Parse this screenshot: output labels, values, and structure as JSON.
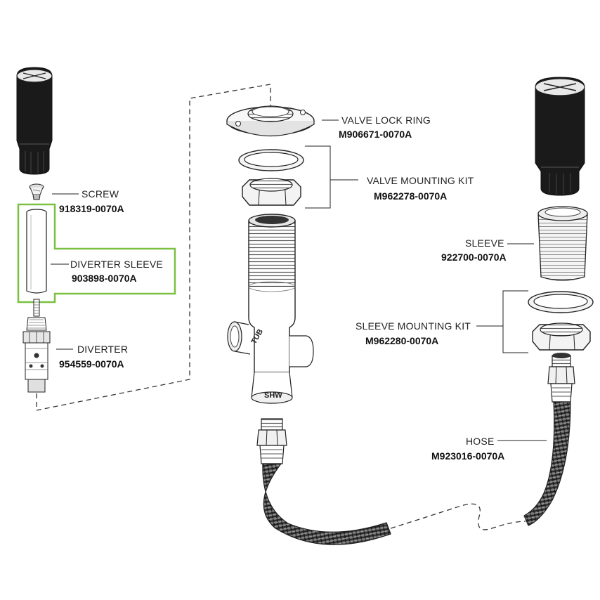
{
  "parts": {
    "screw": {
      "name": "SCREW",
      "number": "918319-0070A"
    },
    "diverter_sleeve": {
      "name": "DIVERTER SLEEVE",
      "number": "903898-0070A"
    },
    "diverter": {
      "name": "DIVERTER",
      "number": "954559-0070A"
    },
    "valve_lock_ring": {
      "name": "VALVE LOCK RING",
      "number": "M906671-0070A"
    },
    "valve_mounting_kit": {
      "name": "VALVE MOUNTING KIT",
      "number": "M962278-0070A"
    },
    "sleeve": {
      "name": "SLEEVE",
      "number": "922700-0070A"
    },
    "sleeve_mounting_kit": {
      "name": "SLEEVE MOUNTING KIT",
      "number": "M962280-0070A"
    },
    "hose": {
      "name": "HOSE",
      "number": "M923016-0070A"
    }
  },
  "valve_stamps": {
    "tub": "TUB",
    "shw": "SHW"
  },
  "colors": {
    "highlight": "#7ac142",
    "line": "#222222",
    "handle": "#1a1a1a"
  }
}
